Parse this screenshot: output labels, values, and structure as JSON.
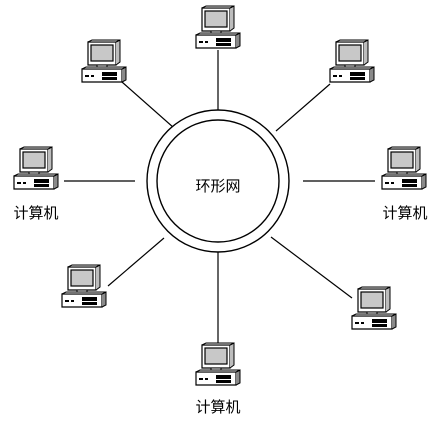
{
  "ring": {
    "label": "环形网"
  },
  "nodes": [
    {
      "id": "top",
      "label": ""
    },
    {
      "id": "upper-left",
      "label": ""
    },
    {
      "id": "upper-right",
      "label": ""
    },
    {
      "id": "left",
      "label": "计算机"
    },
    {
      "id": "right",
      "label": "计算机"
    },
    {
      "id": "lower-left",
      "label": ""
    },
    {
      "id": "lower-right",
      "label": ""
    },
    {
      "id": "bottom",
      "label": "计算机"
    }
  ],
  "colors": {
    "line": "#000000",
    "screen": "#c8c8c8",
    "case_shadow": "#8a8a8a",
    "background": "#ffffff"
  }
}
